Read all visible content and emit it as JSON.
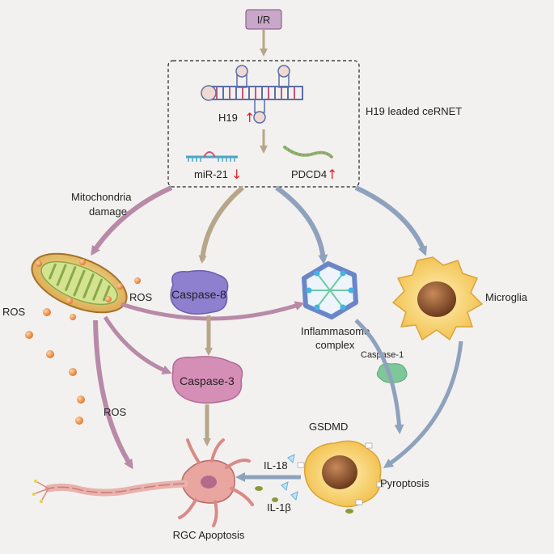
{
  "trigger": "I/R",
  "cernet": {
    "title": "H19 leaded ceRNET",
    "h19": "H19",
    "mir21": "miR-21",
    "pdcd4": "PDCD4"
  },
  "arrows_meaning": {
    "up": "↑",
    "down": "↓"
  },
  "labels": {
    "mito_damage_1": "Mitochondria",
    "mito_damage_2": "damage",
    "ros_a": "ROS",
    "ros_b": "ROS",
    "ros_c": "ROS",
    "caspase8": "Caspase-8",
    "caspase3": "Caspase-3",
    "caspase1": "Caspase-1",
    "inflammasome_1": "Inflammasome",
    "inflammasome_2": "complex",
    "microglia": "Microglia",
    "gsdmd": "GSDMD",
    "pyroptosis": "Pyroptosis",
    "il18": "IL-18",
    "il1b": "IL-1β",
    "rgc": "RGC Apoptosis"
  },
  "colors": {
    "background": "#f3f1ef",
    "trigger_box": "#c9a7c9",
    "tan_arrow": "#b6a68a",
    "mauve_arrow": "#b88aa8",
    "blue_arrow": "#8ea2bd",
    "caspase8": "#8e7fcf",
    "caspase3": "#d58fb6",
    "caspase1": "#7fc69a",
    "microglia": "#f4cf6a",
    "neuron": "#e9a5a0",
    "up_arrow": "#d22",
    "down_arrow": "#d22"
  }
}
